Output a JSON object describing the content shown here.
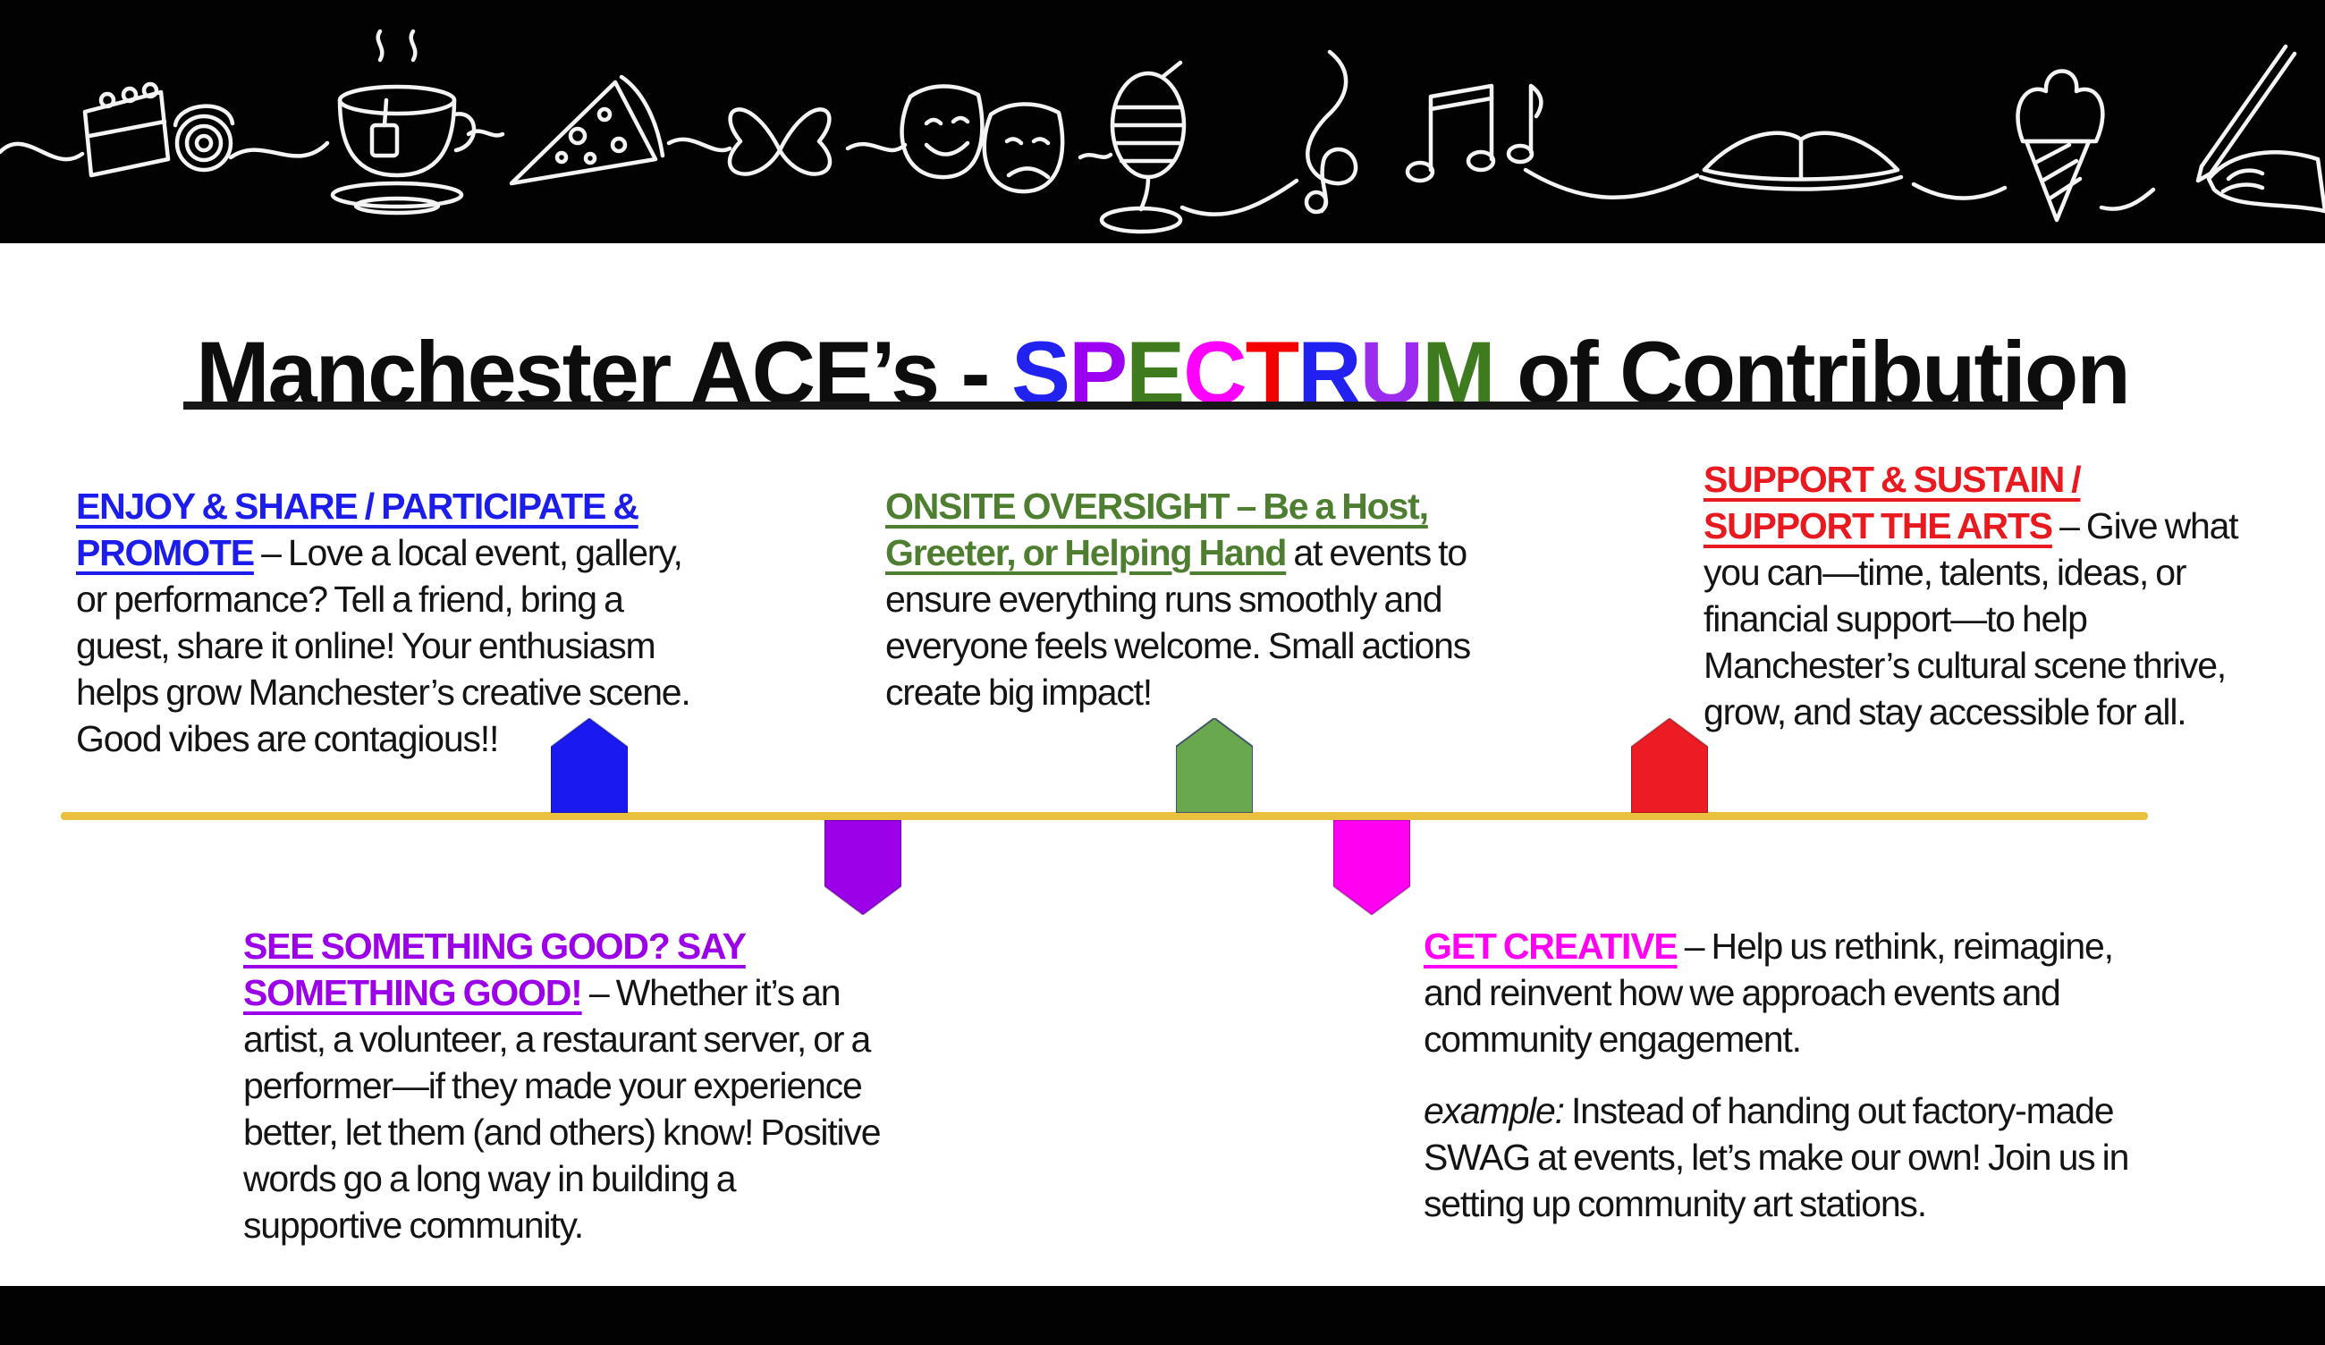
{
  "banner": {
    "icons": [
      "cake-and-cinnamon-roll",
      "teacup",
      "pizza-slice",
      "butterfly",
      "theater-masks",
      "microphone",
      "treble-clef",
      "music-notes",
      "open-book",
      "ice-cream-cone",
      "hand-with-pencil"
    ]
  },
  "title": {
    "prefix": "Manchester ACE’s - ",
    "suffix": " of Contribution",
    "spectrum": [
      {
        "ch": "S",
        "color": "#2121f0"
      },
      {
        "ch": "P",
        "color": "#9c00f0"
      },
      {
        "ch": "E",
        "color": "#3e7a1e"
      },
      {
        "ch": "C",
        "color": "#ff00ff"
      },
      {
        "ch": "T",
        "color": "#f50000"
      },
      {
        "ch": "R",
        "color": "#2121f0"
      },
      {
        "ch": "U",
        "color": "#9c2bf0"
      },
      {
        "ch": "M",
        "color": "#3e7a1e"
      }
    ]
  },
  "blocks": {
    "enjoy": {
      "color": "#1c1ceb",
      "heading": "ENJOY & SHARE / PARTICIPATE & PROMOTE",
      "body": "– Love a local event, gallery, or performance? Tell a friend, bring a guest, share it online! Your enthusiasm helps grow Manchester’s creative scene. Good vibes are contagious!!"
    },
    "onsite": {
      "color": "#4e7e30",
      "heading": "ONSITE OVERSIGHT – Be a Host, Greeter, or Helping Hand",
      "body": "at events to ensure everything runs smoothly and everyone feels welcome. Small actions create big impact!"
    },
    "support": {
      "color": "#e8191f",
      "heading": "SUPPORT & SUSTAIN / SUPPORT THE ARTS",
      "body": "– Give what you can—time, talents, ideas, or financial support—to help Manchester’s cultural scene thrive, grow, and stay accessible for all."
    },
    "say_good": {
      "color": "#9c00e8",
      "heading": "SEE SOMETHING GOOD? SAY SOMETHING GOOD!",
      "body": "– Whether it’s an artist, a volunteer, a restaurant server, or a performer—if they made your experience better, let them (and others) know! Positive words go a long way in building a supportive community."
    },
    "creative": {
      "color": "#ff00f3",
      "heading": "GET CREATIVE",
      "body": "– Help us rethink, reimagine, and reinvent how we approach events and community engagement.",
      "example_label": "example:",
      "example_body": " Instead of handing out factory-made SWAG at events, let’s make our own! Join us in setting up community art stations."
    }
  },
  "timeline": {
    "line_color": "#e9c13f",
    "markers": [
      {
        "name": "marker-blue-up",
        "direction": "up",
        "color": "#1a1af0"
      },
      {
        "name": "marker-purple-down",
        "direction": "down",
        "color": "#9b00e8"
      },
      {
        "name": "marker-green-up",
        "direction": "up",
        "color": "#6aa84f",
        "stroke": "#44546a"
      },
      {
        "name": "marker-magenta-down",
        "direction": "down",
        "color": "#ff00f0"
      },
      {
        "name": "marker-red-up",
        "direction": "up",
        "color": "#ec1c24"
      }
    ]
  }
}
